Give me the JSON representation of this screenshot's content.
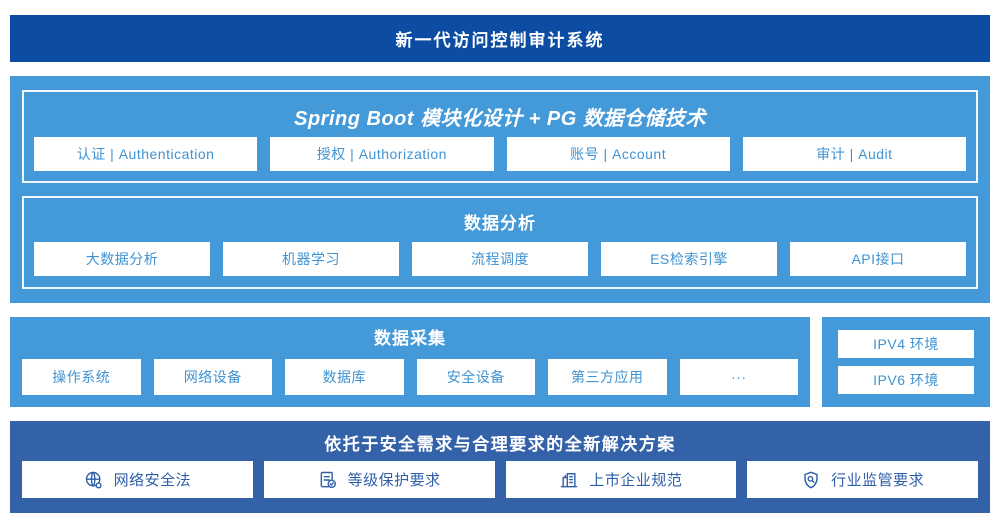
{
  "banner": {
    "title": "新一代访问控制审计系统"
  },
  "platform": {
    "module_layer": {
      "title": "Spring Boot 模块化设计 + PG 数据仓储技术",
      "items": [
        "认证 | Authentication",
        "授权 | Authorization",
        "账号 | Account",
        "审计 | Audit"
      ]
    },
    "analysis_layer": {
      "title": "数据分析",
      "items": [
        "大数据分析",
        "机器学习",
        "流程调度",
        "ES检索引擎",
        "API接口"
      ]
    }
  },
  "collection": {
    "title": "数据采集",
    "items": [
      "操作系统",
      "网络设备",
      "数据库",
      "安全设备",
      "第三方应用",
      "···"
    ],
    "env_items": [
      "IPV4 环境",
      "IPV6 环境"
    ]
  },
  "solution": {
    "title": "依托于安全需求与合理要求的全新解决方案",
    "items": [
      {
        "icon": "globe-network-icon",
        "label": "网络安全法"
      },
      {
        "icon": "document-check-icon",
        "label": "等级保护要求"
      },
      {
        "icon": "building-icon",
        "label": "上市企业规范"
      },
      {
        "icon": "shield-magnifier-icon",
        "label": "行业监管要求"
      }
    ]
  },
  "colors": {
    "banner_blue": "#0C4CA3",
    "section_blue": "#4499D8",
    "solution_blue": "#3362A8",
    "box_text_blue": "#3F93D3",
    "solution_text_blue": "#2E5FA8"
  }
}
